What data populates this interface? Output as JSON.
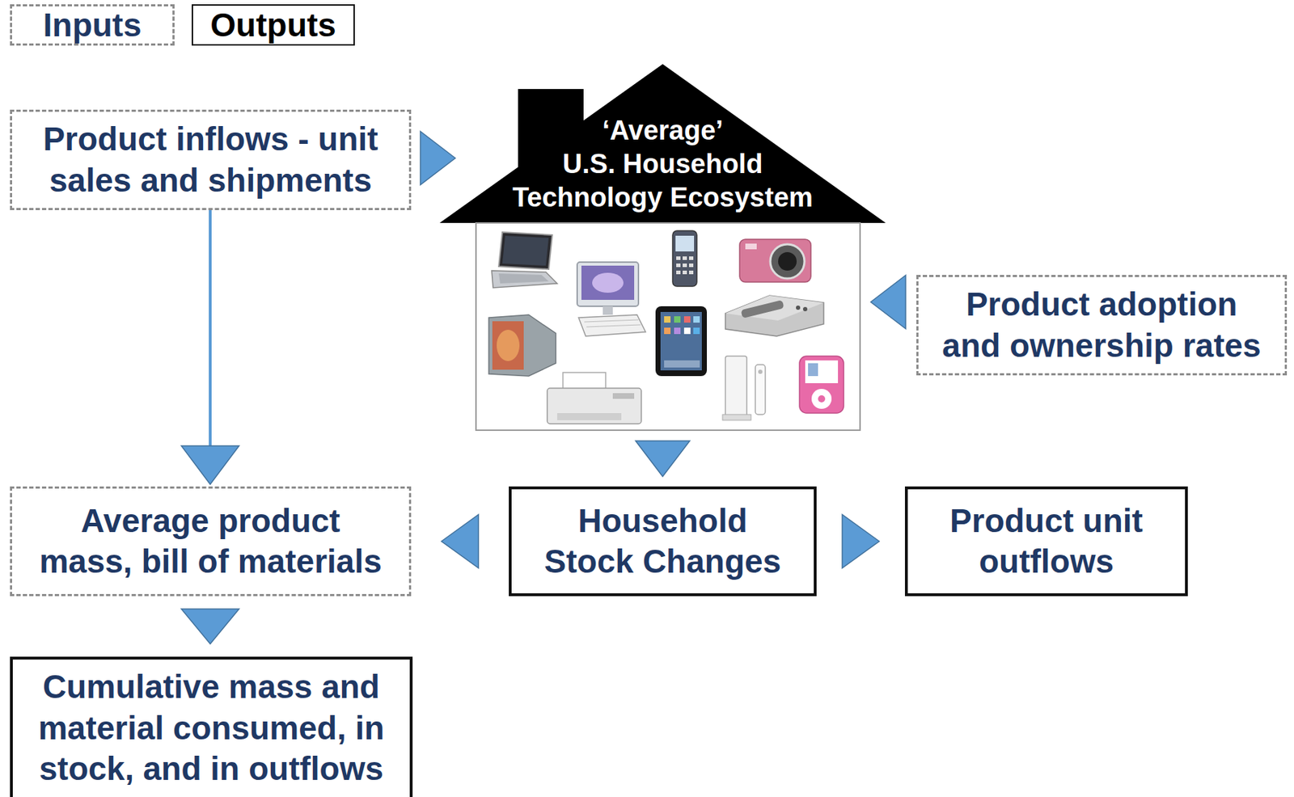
{
  "diagram": {
    "nodes": [
      {
        "text": [
          "Product inflows - unit sales and shipments"
        ]
      },
      {
        "text": [
          "‘Average’ U.S. Household Technology Ecosystem"
        ]
      },
      {
        "text": [
          "Product adoption and ownership rates"
        ]
      },
      {
        "text": [
          "Average product mass, bill of materials"
        ]
      },
      {
        "text": [
          "Household Stock Changes"
        ]
      },
      {
        "text": [
          "Product unit outflows"
        ]
      },
      {
        "text": [
          "Cumulative mass and material consumed, in stock, and in outflows"
        ]
      }
    ],
    "edges": [
      {
        "from": 0,
        "to": 1,
        "arrow": "to"
      },
      {
        "from": 0,
        "to": 3,
        "arrow": "to"
      },
      {
        "from": 2,
        "to": 1,
        "arrow": "to"
      },
      {
        "from": 1,
        "to": 4,
        "arrow": "to"
      },
      {
        "from": 4,
        "to": 3,
        "arrow": "to"
      },
      {
        "from": 4,
        "to": 5,
        "arrow": "to"
      },
      {
        "from": 3,
        "to": 6,
        "arrow": "to"
      }
    ],
    "legend": [
      {
        "text": "Inputs"
      },
      {
        "text": "Outputs"
      }
    ]
  }
}
